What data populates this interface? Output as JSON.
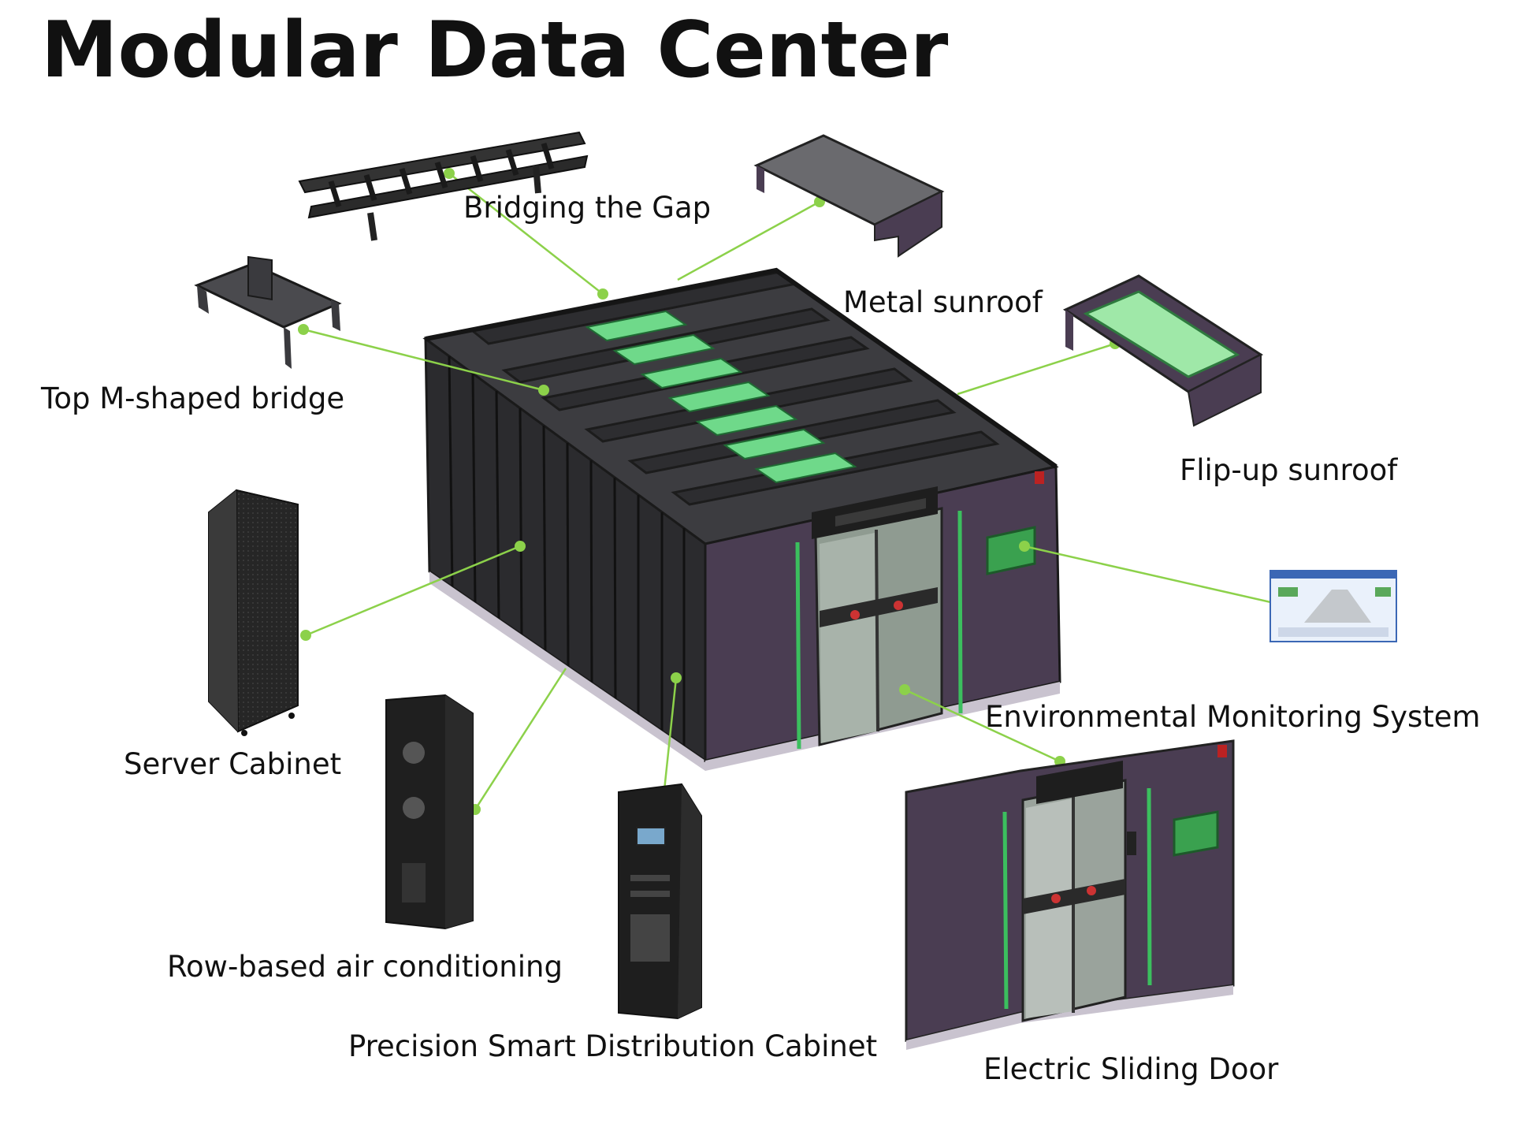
{
  "title": "Modular Data Center",
  "labels": {
    "bridging_gap": "Bridging the Gap",
    "metal_sunroof": "Metal sunroof",
    "top_m_bridge": "Top M-shaped bridge",
    "flip_up_sunroof": "Flip-up sunroof",
    "env_monitoring": "Environmental Monitoring System",
    "server_cabinet": "Server Cabinet",
    "row_air_conditioning": "Row-based air conditioning",
    "precision_distribution": "Precision Smart Distribution Cabinet",
    "sliding_door": "Electric Sliding Door"
  },
  "colors": {
    "accent": "#8cd14a",
    "cabinet_purple": "#4a3d52",
    "glass_green": "#6fd98a",
    "black": "#1a1a1a"
  }
}
